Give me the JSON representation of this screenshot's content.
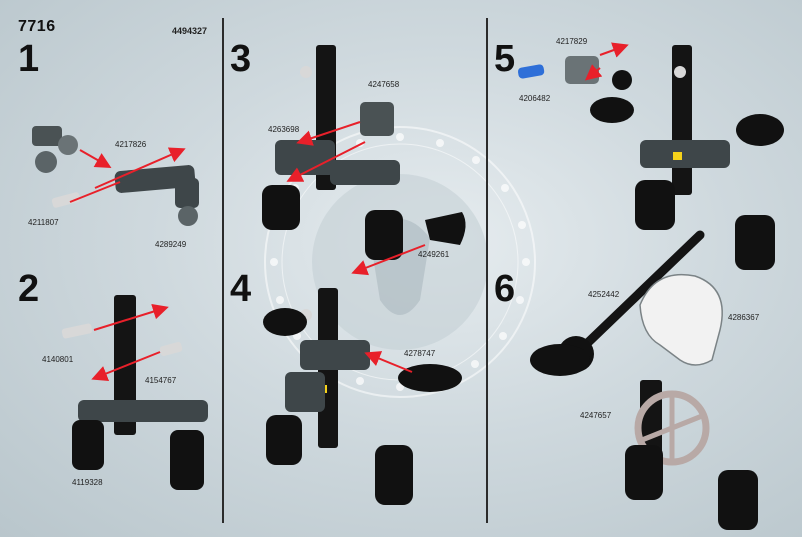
{
  "header": {
    "set_number": "7716",
    "booklet_code": "4494327"
  },
  "steps": [
    {
      "number": "1",
      "parts": [
        "4217826",
        "4211807",
        "4289249"
      ]
    },
    {
      "number": "2",
      "parts": [
        "4140801",
        "4154767",
        "4119328"
      ]
    },
    {
      "number": "3",
      "parts": [
        "4247658",
        "4263698"
      ]
    },
    {
      "number": "4",
      "parts": [
        "4249261",
        "4278747"
      ]
    },
    {
      "number": "5",
      "parts": [
        "4217829",
        "4206482"
      ]
    },
    {
      "number": "6",
      "parts": [
        "4252442",
        "4286367",
        "4247657"
      ]
    }
  ],
  "colors": {
    "arrow": "#e8202a",
    "black_part": "#111111",
    "grey_part": "#4a5254",
    "white_part": "#f2f2f2",
    "blue_pin": "#2e6fd8",
    "yellow_pin": "#f5d21a"
  }
}
